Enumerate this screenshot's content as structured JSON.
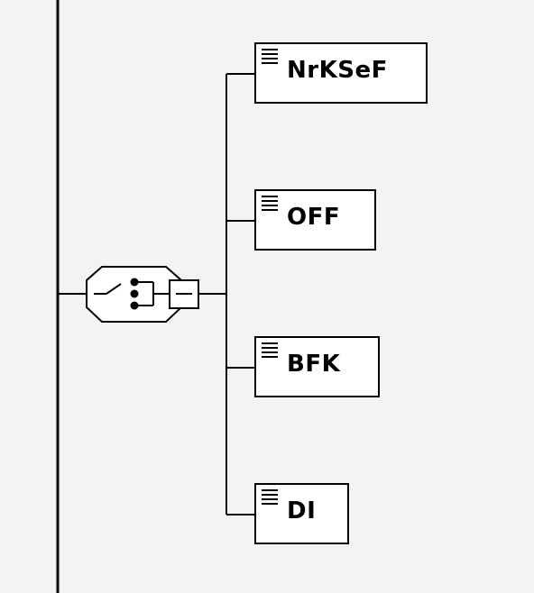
{
  "diagram": {
    "compositor": {
      "type": "choice",
      "icon": "choice-compositor-icon",
      "collapse_icon": "minus-icon"
    },
    "elements": [
      {
        "name": "NrKSeF",
        "icon": "documentation-lines-icon"
      },
      {
        "name": "OFF",
        "icon": "documentation-lines-icon"
      },
      {
        "name": "BFK",
        "icon": "documentation-lines-icon"
      },
      {
        "name": "DI",
        "icon": "documentation-lines-icon"
      }
    ],
    "colors": {
      "background": "#f3f3f3",
      "line": "#000000",
      "box_fill": "#ffffff"
    }
  }
}
